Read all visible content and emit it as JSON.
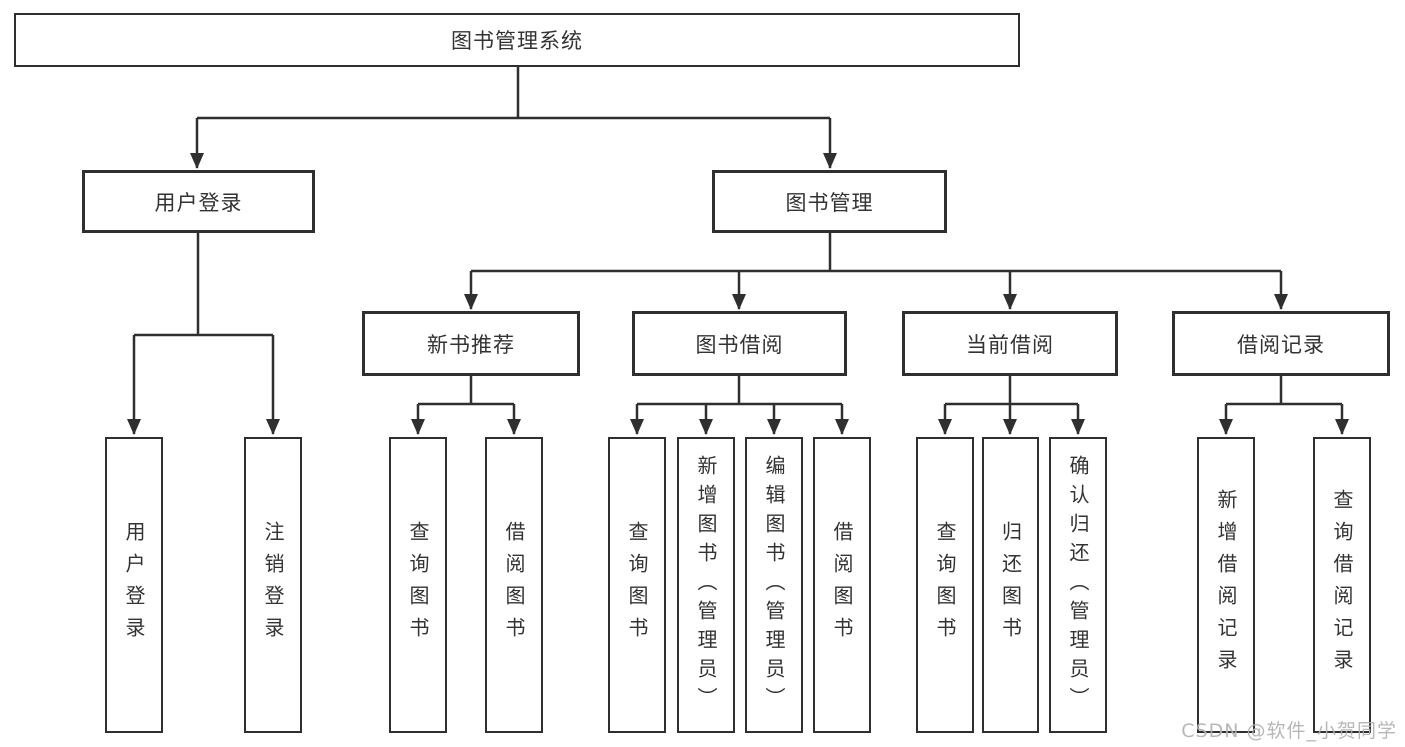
{
  "tree": {
    "root": {
      "label": "图书管理系统",
      "children": [
        {
          "label": "用户登录",
          "children": [
            {
              "label": "用户登录"
            },
            {
              "label": "注销登录"
            }
          ]
        },
        {
          "label": "图书管理",
          "children": [
            {
              "label": "新书推荐",
              "children": [
                {
                  "label": "查询图书"
                },
                {
                  "label": "借阅图书"
                }
              ]
            },
            {
              "label": "图书借阅",
              "children": [
                {
                  "label": "查询图书"
                },
                {
                  "label": "新增图书（管理员）"
                },
                {
                  "label": "编辑图书（管理员）"
                },
                {
                  "label": "借阅图书"
                }
              ]
            },
            {
              "label": "当前借阅",
              "children": [
                {
                  "label": "查询图书"
                },
                {
                  "label": "归还图书"
                },
                {
                  "label": "确认归还（管理员）"
                }
              ]
            },
            {
              "label": "借阅记录",
              "children": [
                {
                  "label": "新增借阅记录"
                },
                {
                  "label": "查询借阅记录"
                }
              ]
            }
          ]
        }
      ]
    }
  },
  "watermark": {
    "text": "CSDN @软件_小贺同学"
  },
  "colors": {
    "line": "#2f2f2f",
    "text": "#333333",
    "watermark": "#b0b0b0",
    "background": "#ffffff"
  }
}
